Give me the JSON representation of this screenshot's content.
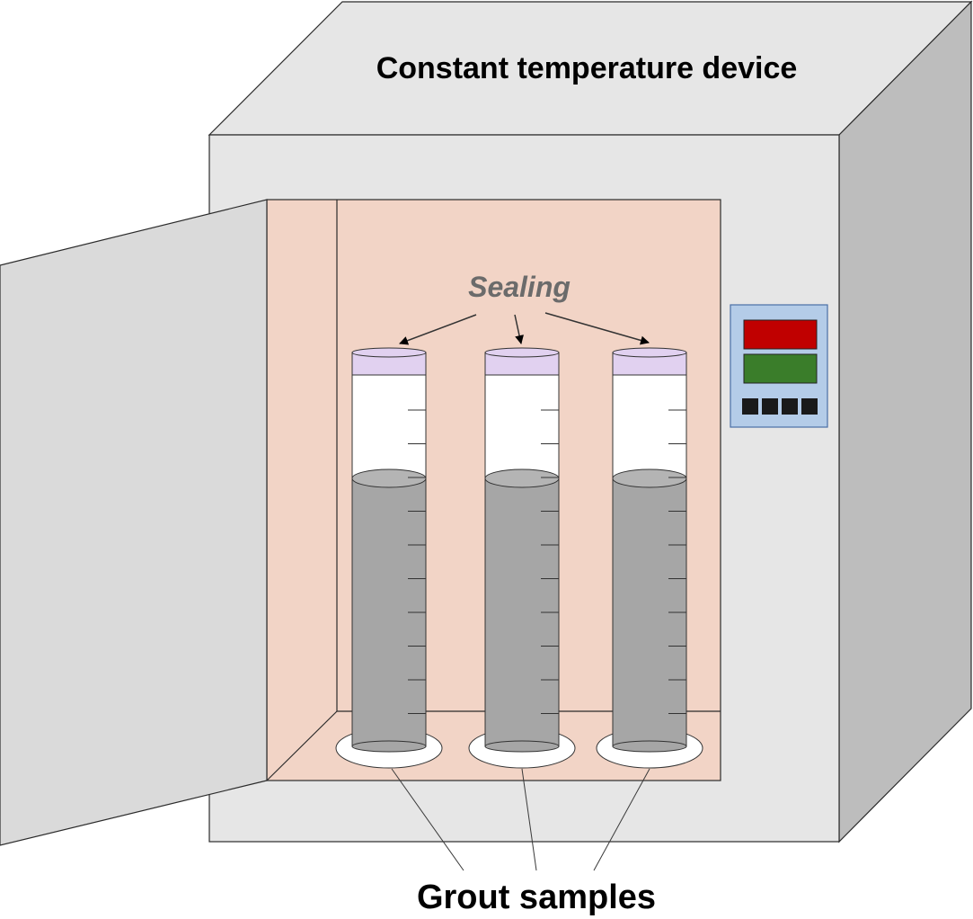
{
  "title": "Constant temperature device",
  "sealing_label": "Sealing",
  "samples_label": "Grout samples",
  "colors": {
    "cabinet_front": "#e6e6e6",
    "cabinet_top": "#e6e6e6",
    "cabinet_side": "#bdbdbd",
    "door": "#dadada",
    "chamber": "#f2d4c6",
    "liquid": "#a6a6a6",
    "cap": "#e1d1f0",
    "display_red": "#c00000",
    "display_green": "#3a7d2a",
    "panel": "#b4cce8"
  },
  "controller": {
    "displays": [
      "red-display",
      "green-display"
    ],
    "button_count": 4
  },
  "cylinders": [
    {
      "name": "cylinder-1",
      "sealed": true
    },
    {
      "name": "cylinder-2",
      "sealed": true
    },
    {
      "name": "cylinder-3",
      "sealed": true
    }
  ]
}
